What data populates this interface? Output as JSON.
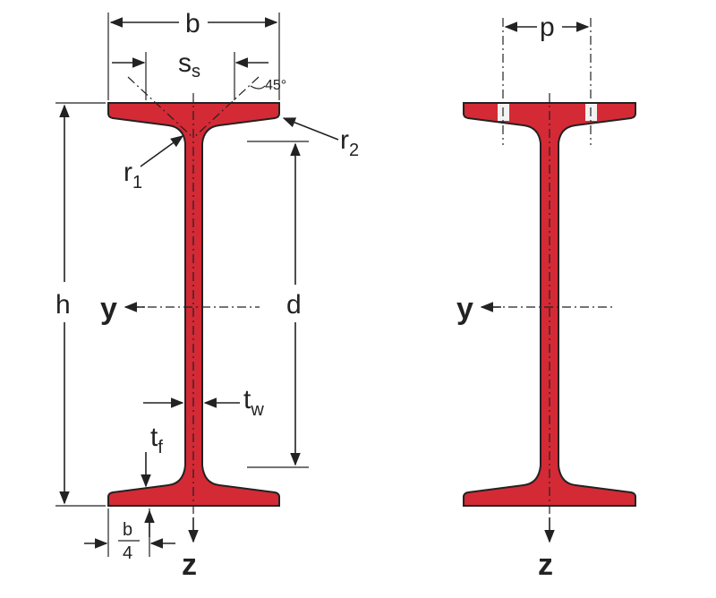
{
  "colors": {
    "section_fill": "#d42a35",
    "hole_fill": "#f2f2f2",
    "line": "#222222"
  },
  "labels": {
    "b": "b",
    "ss_main": "s",
    "ss_sub": "s",
    "angle": "45°",
    "r2_main": "r",
    "r2_sub": "2",
    "r1_main": "r",
    "r1_sub": "1",
    "h": "h",
    "d": "d",
    "y_left": "y",
    "tw_main": "t",
    "tw_sub": "w",
    "tf_main": "t",
    "tf_sub": "f",
    "quarter_num": "b",
    "quarter_den": "4",
    "z_left": "z",
    "p": "p",
    "y_right": "y",
    "z_right": "z"
  }
}
